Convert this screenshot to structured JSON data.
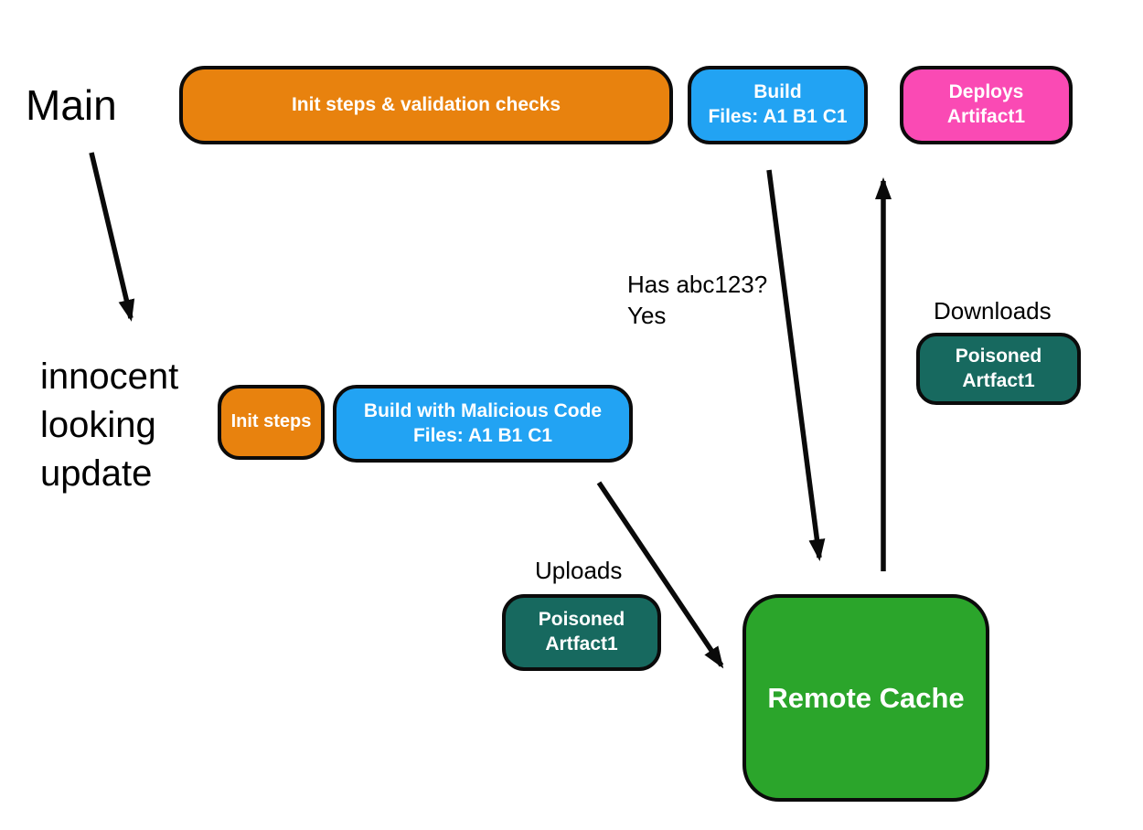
{
  "colors": {
    "background": "#FFFFFF",
    "orange": "#E8820E",
    "blue": "#22A3F3",
    "pink": "#FA4AB4",
    "teal": "#17695F",
    "green": "#2BA52B",
    "outline": "#0B0B0B",
    "arrow": "#0A0A0A",
    "node_text": "#FFFFFF",
    "label_text": "#000000"
  },
  "labels": {
    "main_branch": "Main",
    "innocent_update": "innocent\nlooking\nupdate",
    "cache_check": "Has abc123?\nYes",
    "uploads": "Uploads",
    "downloads": "Downloads"
  },
  "nodes": {
    "init_validation": {
      "text": "Init steps & validation checks",
      "color": "#E8820E"
    },
    "build_main": {
      "text": "Build\nFiles: A1 B1 C1",
      "color": "#22A3F3"
    },
    "deploys_artifact": {
      "text": "Deploys\nArtifact1",
      "color": "#FA4AB4"
    },
    "init_steps": {
      "text": "Init steps",
      "color": "#E8820E"
    },
    "build_malicious": {
      "text": "Build with Malicious Code\nFiles: A1 B1 C1",
      "color": "#22A3F3"
    },
    "poisoned_upload": {
      "text": "Poisoned\nArtfact1",
      "color": "#17695F"
    },
    "poisoned_download": {
      "text": "Poisoned\nArtfact1",
      "color": "#17695F"
    },
    "remote_cache": {
      "text": "Remote Cache",
      "color": "#2BA52B"
    }
  },
  "arrows": [
    {
      "name": "main-to-innocent-update"
    },
    {
      "name": "build-to-remote-cache"
    },
    {
      "name": "remote-cache-to-deploys"
    },
    {
      "name": "build-malicious-to-remote-cache"
    }
  ]
}
